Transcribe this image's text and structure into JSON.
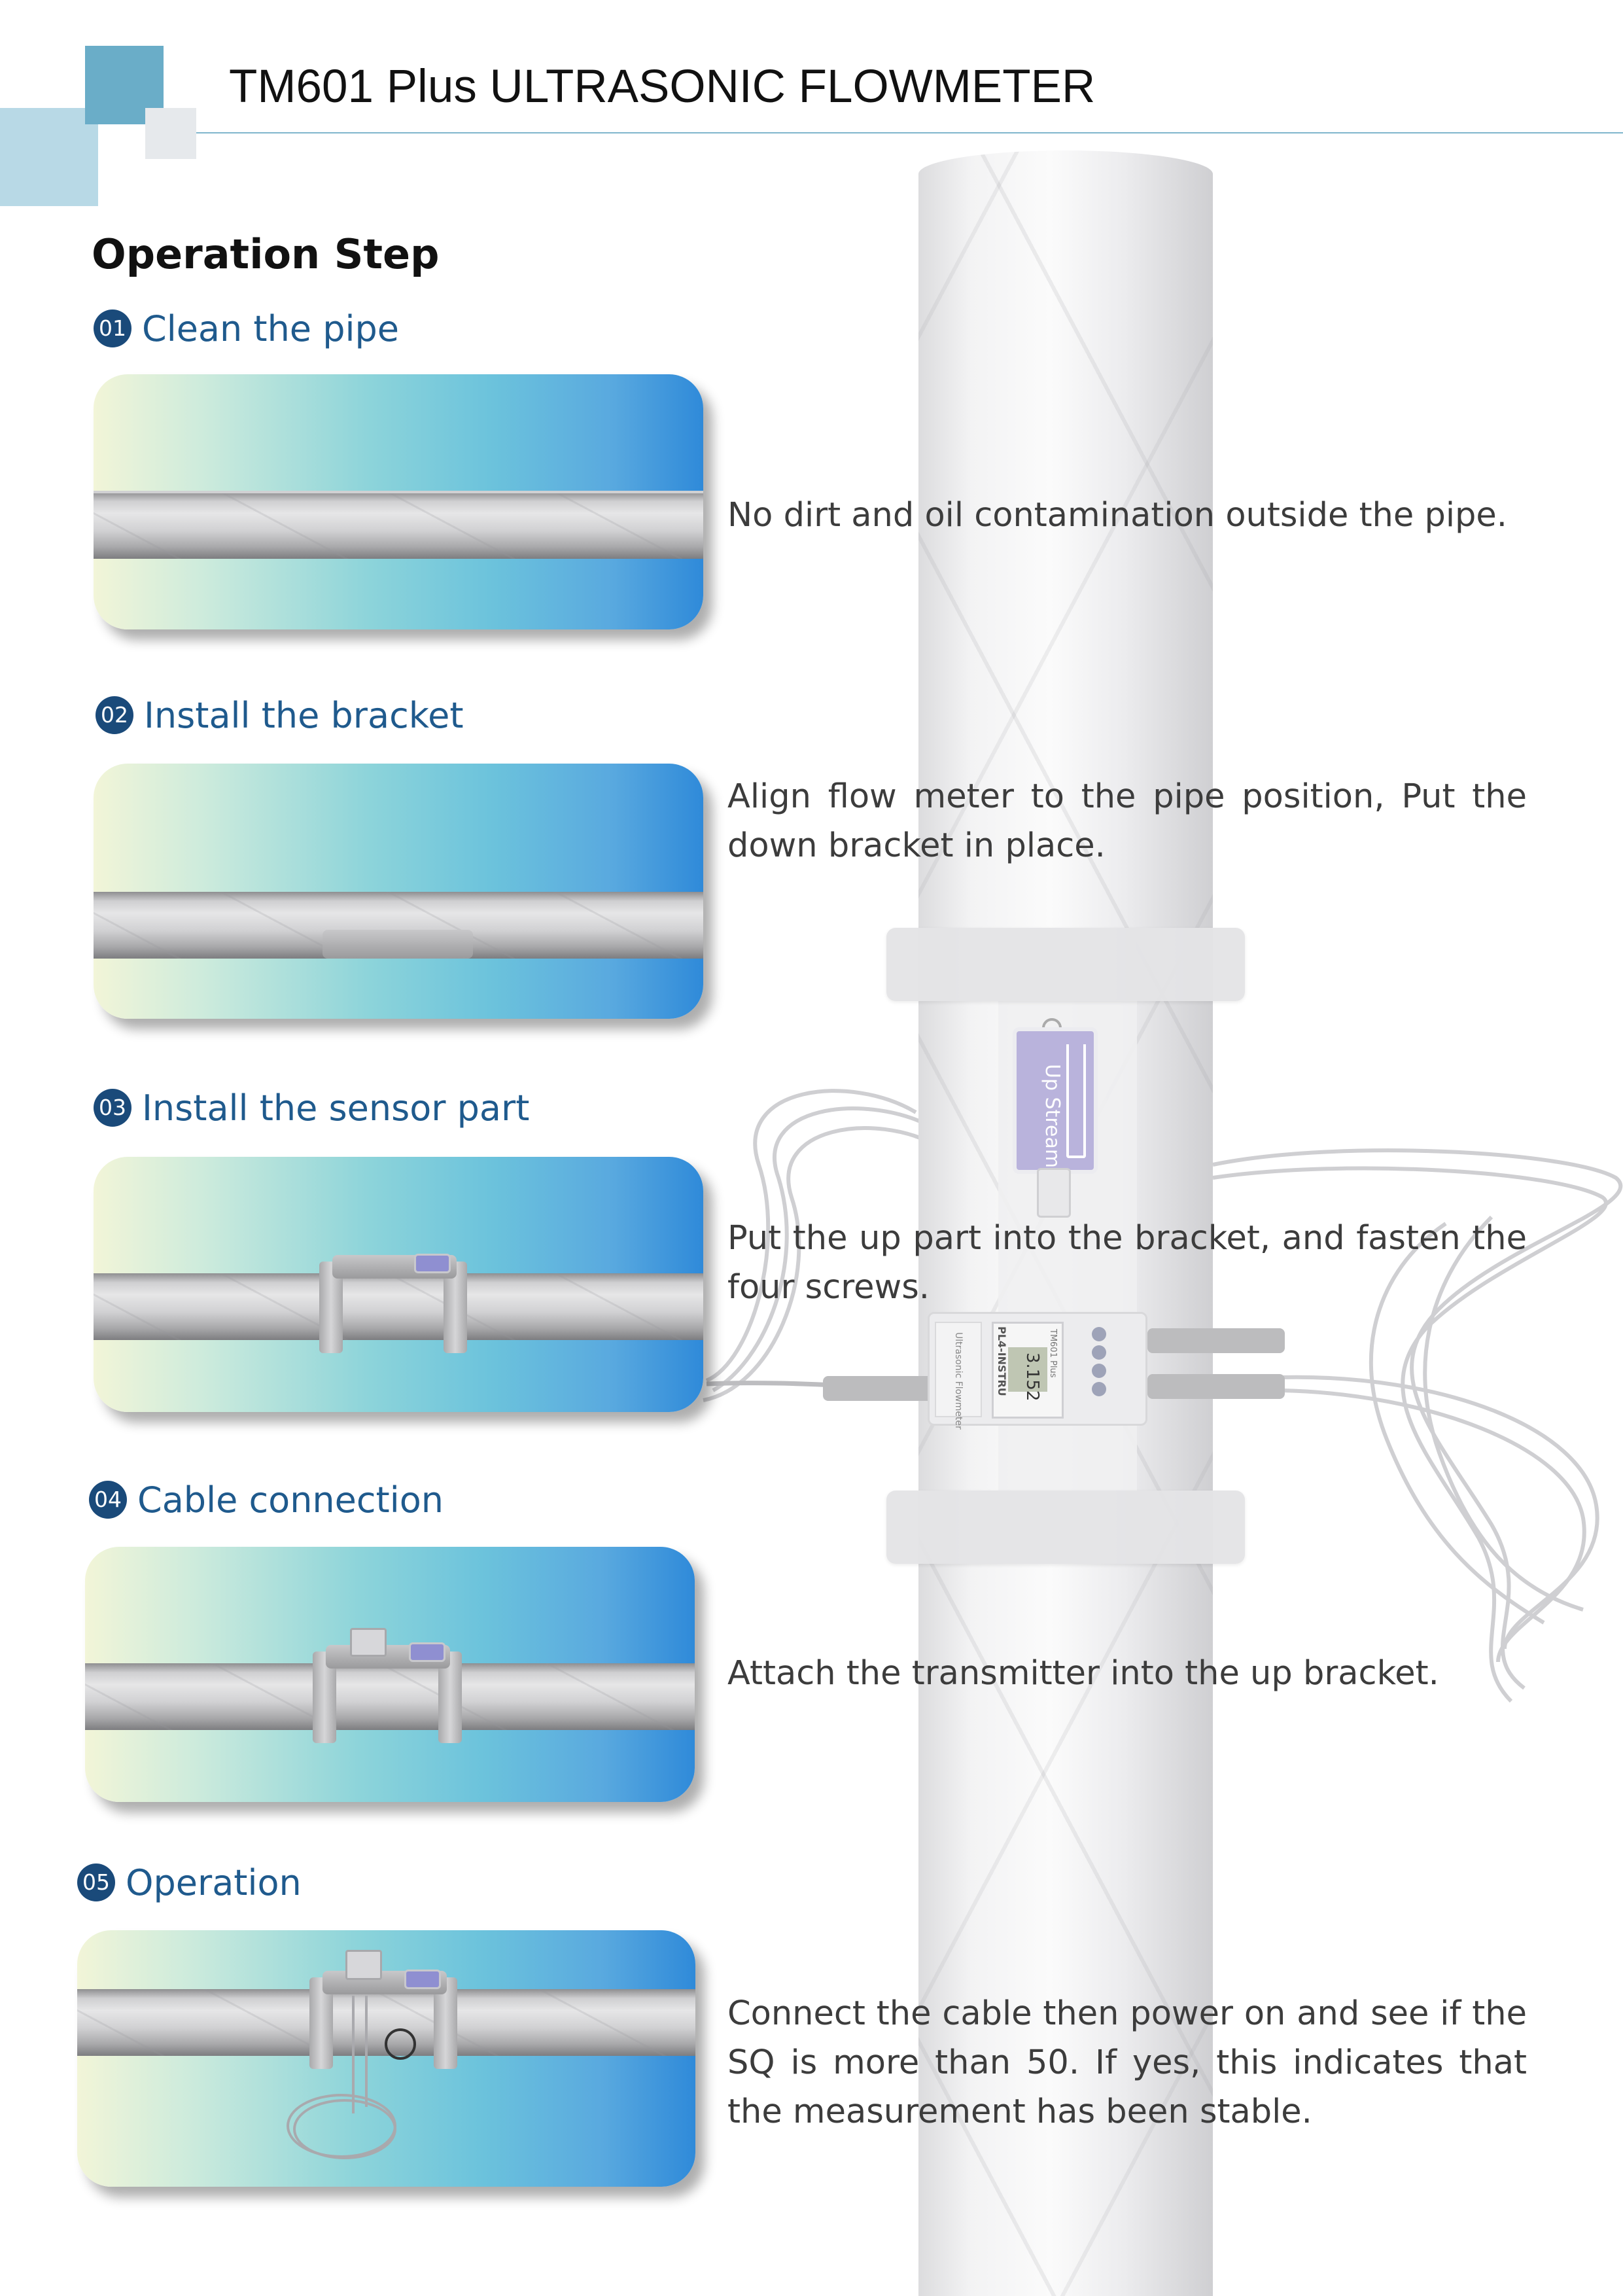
{
  "header": {
    "title": "TM601 Plus ULTRASONIC FLOWMETER"
  },
  "section": {
    "title": "Operation Step"
  },
  "device": {
    "sensor_label": "Up Stream",
    "transmitter_brand": "PL4-INSTRU",
    "transmitter_model": "TM601 Plus",
    "transmitter_side_label": "Ultrasonic Flowmeter",
    "display_value": "3.152"
  },
  "steps": [
    {
      "number": "01",
      "label": "Clean the pipe",
      "description": "No dirt and oil contamination outside the pipe."
    },
    {
      "number": "02",
      "label": "Install the bracket",
      "description": "Align flow meter to the pipe position, Put the down bracket in place."
    },
    {
      "number": "03",
      "label": "Install the sensor part",
      "description": "Put the up part into the bracket, and fasten the four screws."
    },
    {
      "number": "04",
      "label": "Cable connection",
      "description": "Attach the transmitter into the up bracket."
    },
    {
      "number": "05",
      "label": "Operation",
      "description": "Connect the cable then power on and see if the SQ is more than 50.  If yes, this indicates that the measurement has been stable."
    }
  ],
  "colors": {
    "accent_blue": "#1a4a7a",
    "step_label": "#1f5a8d",
    "header_rule": "#7fb6cc"
  }
}
